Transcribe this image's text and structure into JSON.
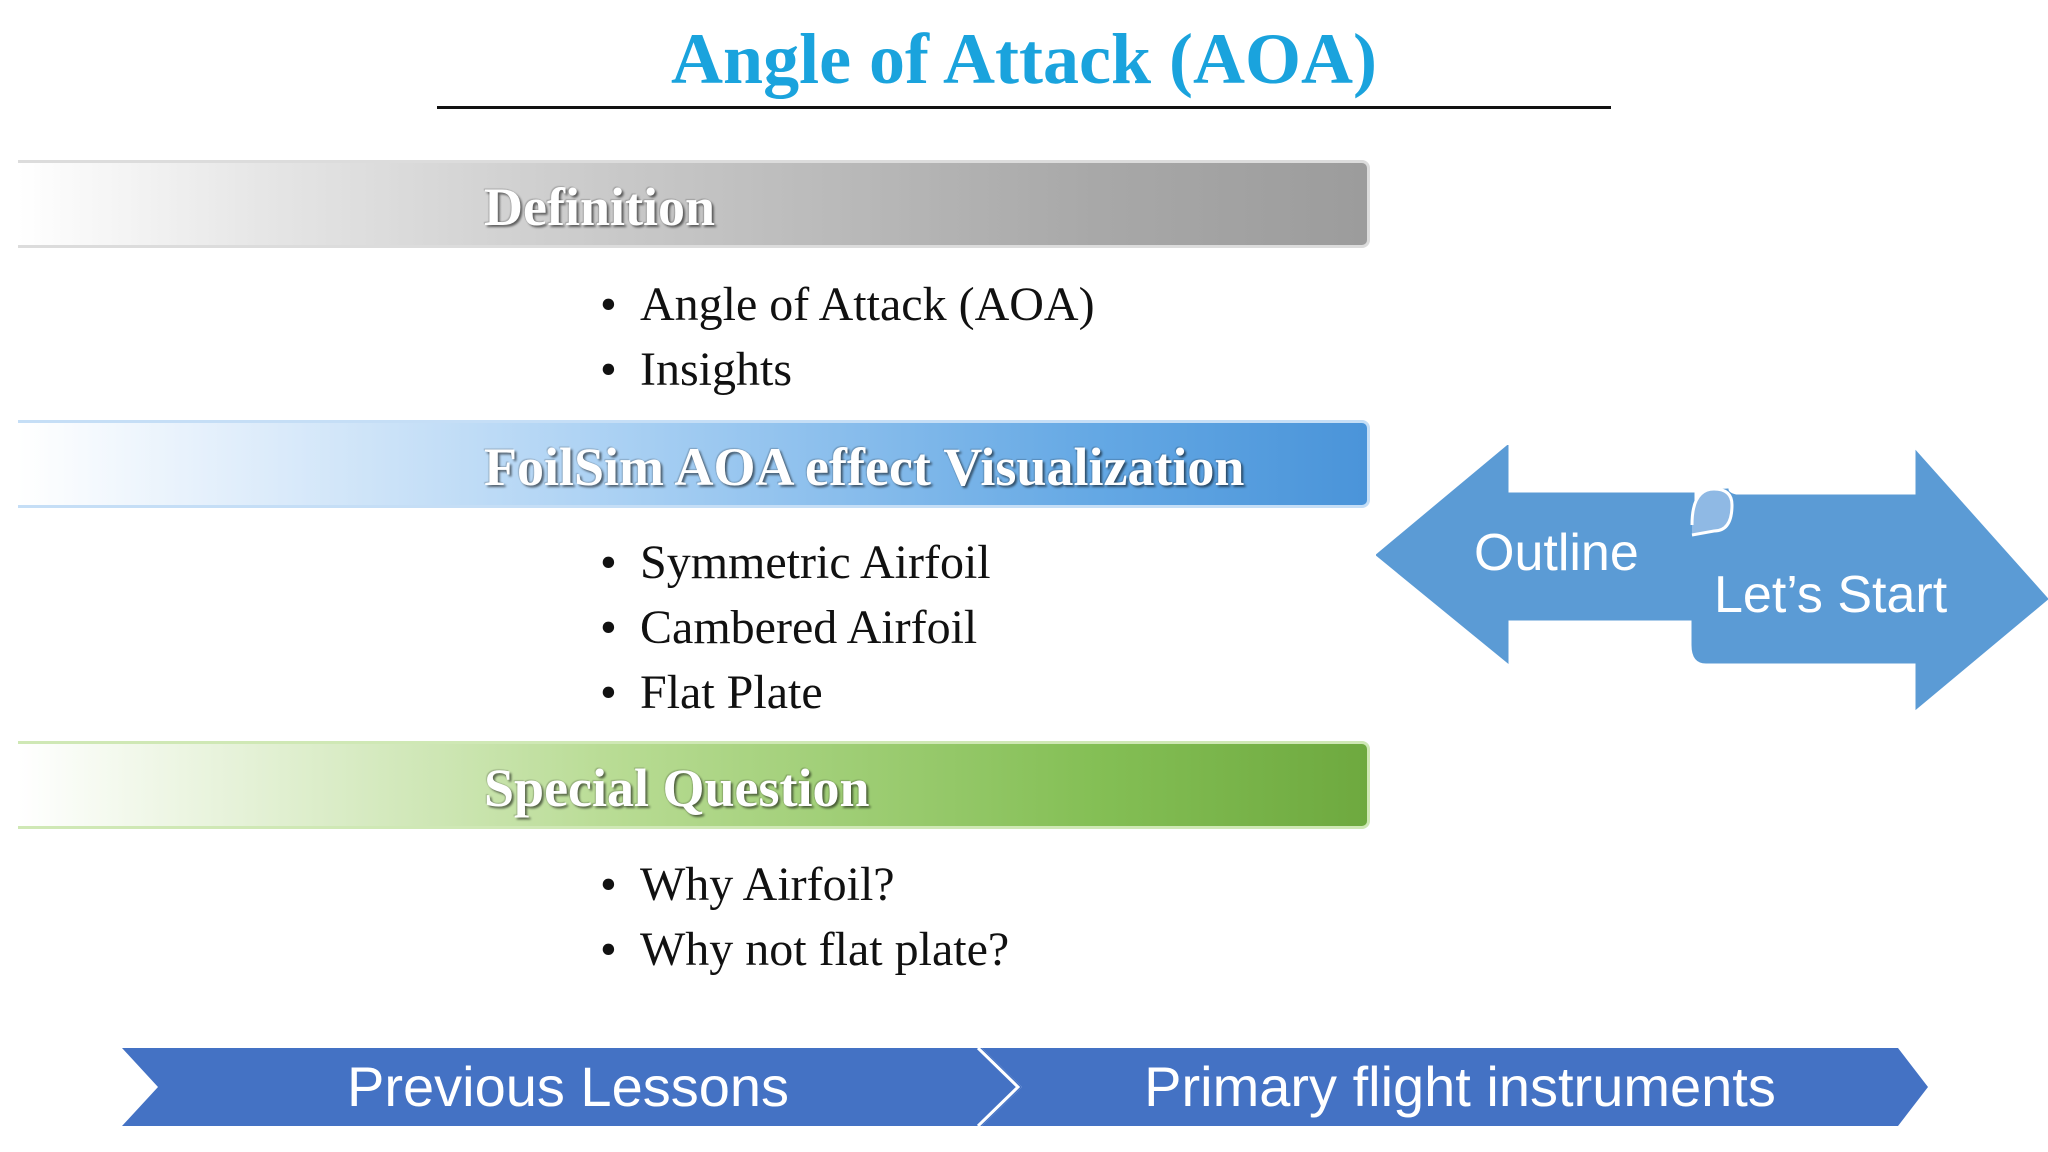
{
  "slide": {
    "title": "Angle of Attack (AOA)"
  },
  "sections": [
    {
      "heading": "Definition",
      "bullets": [
        "Angle of Attack (AOA)",
        "Insights"
      ]
    },
    {
      "heading": "FoilSim AOA effect Visualization",
      "bullets": [
        "Symmetric Airfoil",
        "Cambered Airfoil",
        "Flat Plate"
      ]
    },
    {
      "heading": "Special Question",
      "bullets": [
        "Why Airfoil?",
        "Why not flat plate?"
      ]
    }
  ],
  "arrows": {
    "left_label": "Outline",
    "right_label": "Let’s Start"
  },
  "nav": {
    "previous_label": "Previous Lessons",
    "next_label": "Primary flight instruments"
  },
  "colors": {
    "title": "#1aa3dd",
    "arrow_fill": "#5b9bd5",
    "nav_fill": "#4472c4"
  }
}
